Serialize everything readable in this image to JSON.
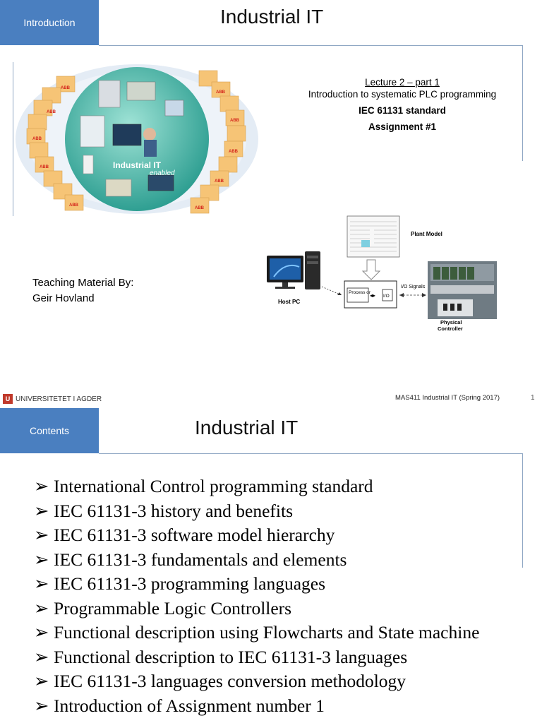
{
  "slide1": {
    "tag": "Introduction",
    "title": "Industrial IT",
    "lecture": {
      "line1": "Lecture 2 – part 1",
      "line2": "Introduction to systematic PLC programming",
      "line3": "IEC 61131 standard",
      "line4": "Assignment #1"
    },
    "teaching": {
      "line1": "Teaching Material By:",
      "line2": "Geir Hovland"
    },
    "illustration": {
      "brand_text": "Industrial IT",
      "brand_sub": "enabled",
      "vendor_label": "ABB"
    },
    "diagram": {
      "plant_model": "Plant Model",
      "host_pc": "Host PC",
      "processor": "Process or",
      "io": "I/O",
      "io_signals": "I/O Signals",
      "physical_controller_1": "Physical",
      "physical_controller_2": "Controller"
    },
    "footer": {
      "university": "UNIVERSITETET I AGDER",
      "course": "MAS411 Industrial IT (Spring 2017)",
      "page": "1"
    }
  },
  "slide2": {
    "tag": "Contents",
    "title": "Industrial IT",
    "bullet_glyph": "➢",
    "items": [
      "International Control programming standard",
      "IEC 61131-3 history and benefits",
      "IEC 61131-3 software model hierarchy",
      "IEC 61131-3 fundamentals and elements",
      "IEC 61131-3 programming languages",
      "Programmable Logic Controllers",
      "Functional description using Flowcharts and State machine",
      "Functional description to IEC 61131-3 languages",
      "IEC 61131-3 languages conversion methodology",
      "Introduction of Assignment number 1"
    ]
  },
  "colors": {
    "tag_bg": "#4a7fc0",
    "rule": "#8fa7c4",
    "circle": "#48b6a8",
    "card": "#f6c476",
    "abb_red": "#d4261c"
  }
}
